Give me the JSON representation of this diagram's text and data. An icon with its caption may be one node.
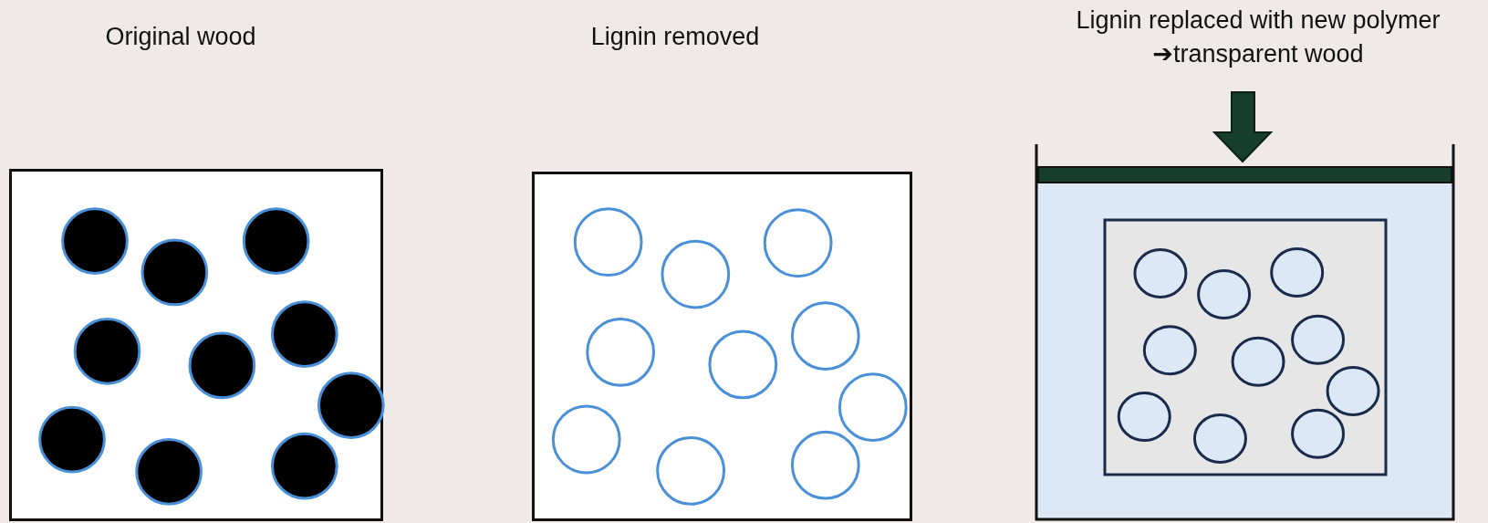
{
  "diagram": {
    "nodes": [
      {
        "text": [
          "Original wood"
        ]
      },
      {
        "text": [
          "Lignin removed"
        ]
      },
      {
        "text": [
          "Lignin replaced with new polymer ➔transparent wood"
        ]
      }
    ]
  }
}
